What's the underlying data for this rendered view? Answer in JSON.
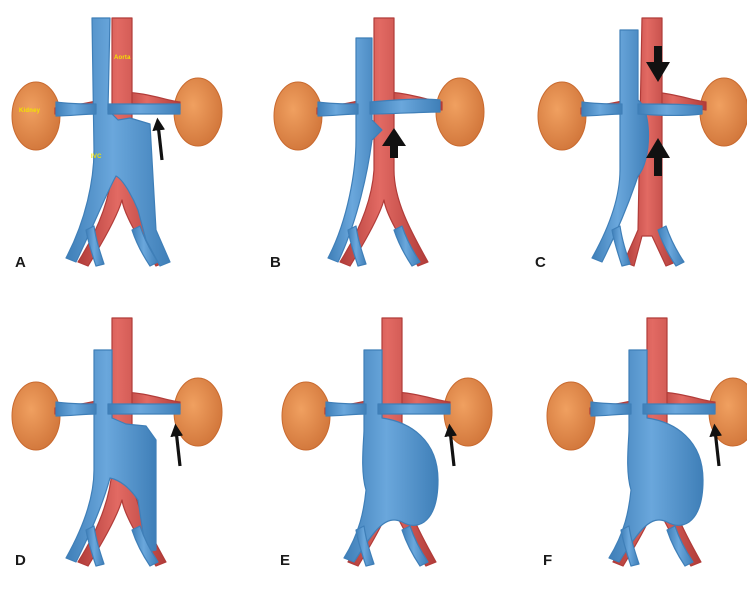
{
  "panels": [
    {
      "label": "A"
    },
    {
      "label": "B"
    },
    {
      "label": "C"
    },
    {
      "label": "D"
    },
    {
      "label": "E"
    },
    {
      "label": "F"
    }
  ],
  "annotations": {
    "aorta": "Aorta",
    "kidney": "Kidney",
    "ivc": "IVC"
  },
  "colors": {
    "vein": "#5b9bd5",
    "vein_dark": "#3f7fb8",
    "artery": "#d9534f",
    "artery_dark": "#b13c39",
    "kidney": "#e8894a",
    "kidney_dark": "#c96a2f",
    "arrow": "#111111"
  }
}
